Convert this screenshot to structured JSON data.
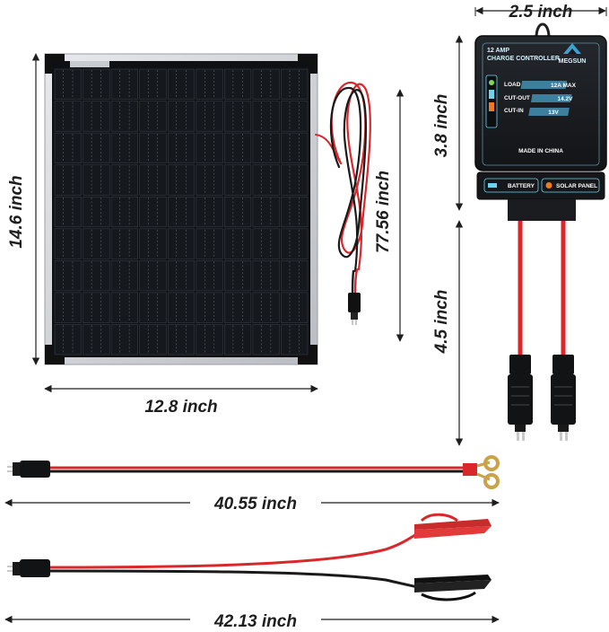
{
  "dimensions": {
    "controller_width": "2.5 inch",
    "panel_height": "14.6 inch",
    "controller_height": "3.8 inch",
    "cable_length": "77.56 inch",
    "controller_lead": "4.5 inch",
    "panel_width": "12.8 inch",
    "ring_cable": "40.55 inch",
    "clip_cable": "42.13 inch"
  },
  "controller": {
    "title": "12 AMP",
    "subtitle": "CHARGE CONTROLLER",
    "brand": "MEGSUN",
    "load_label": "LOAD",
    "load_value": "12A  MAX",
    "cutout_label": "CUT-OUT",
    "cutout_value": "14.2V",
    "cutin_label": "CUT-IN",
    "cutin_value": "13V",
    "origin": "MADE IN CHINA",
    "battery_label": "BATTERY",
    "solar_label": "SOLAR PANEL"
  },
  "colors": {
    "cable_red": "#d8282c",
    "cable_black": "#1a1a1a",
    "panel_cell": "#101216",
    "controller_body": "#17191d",
    "accent_cyan": "#6fd3f0",
    "accent_orange": "#f07a1e"
  }
}
